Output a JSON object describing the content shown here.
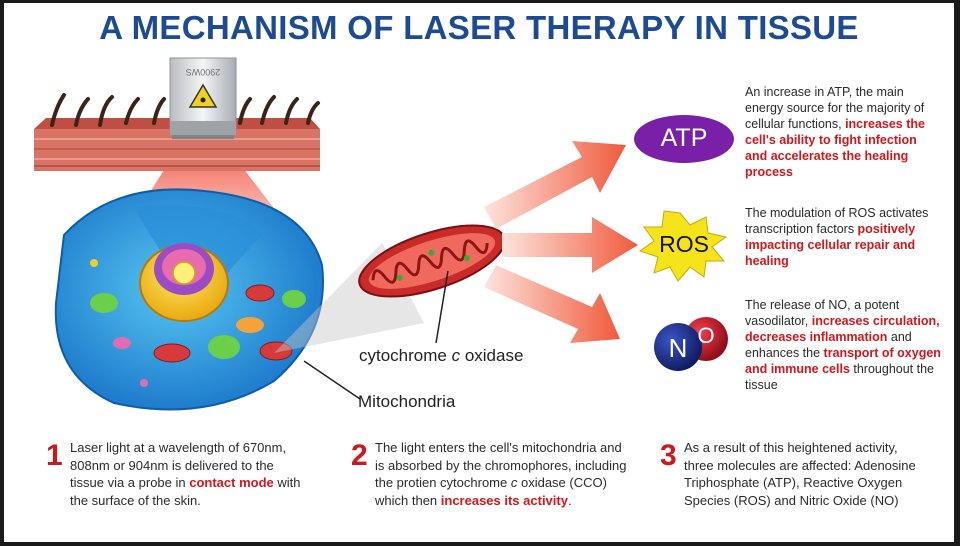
{
  "title": "A MECHANISM OF LASER THERAPY IN TISSUE",
  "labels": {
    "enzyme_pre": "cytochrome ",
    "enzyme_italic": "c",
    "enzyme_post": " oxidase",
    "mitochondria": "Mitochondria",
    "probe_text": "2900WS"
  },
  "molecules": [
    {
      "name": "ATP",
      "color": "#7a1fa8"
    },
    {
      "name": "ROS",
      "color": "#f6e41a"
    },
    {
      "n": "N",
      "o": "O",
      "n_color": "#1b2d8a",
      "o_color": "#c8102e"
    }
  ],
  "effects": {
    "atp": {
      "t1": "An increase in ATP, the main energy source for the majority of cellular functions, ",
      "r1": "increases the cell's ability to fight infection and accelerates the healing process"
    },
    "ros": {
      "t1": "The modulation of ROS activates transcription factors ",
      "r1": "positively impacting cellular repair and healing"
    },
    "no": {
      "t1": "The release of NO, a potent vasodilator, ",
      "r1": "increases circulation, decreases inflammation",
      "t2": " and enhances the ",
      "r2": "transport of oxygen and immune cells",
      "t3": " throughout the tissue"
    }
  },
  "steps": [
    {
      "number": "1",
      "t1": "Laser light at a wavelength of 670nm, 808nm or 904nm is delivered to the tissue via a probe in ",
      "r1": "contact mode",
      "t2": " with the surface of the skin."
    },
    {
      "number": "2",
      "t1": "The light enters the cell's mitochondria and is absorbed by the chromophores, including the protien cytochrome ",
      "i1": "c",
      "t2": " oxidase (CCO) which then ",
      "r1": "increases its activity",
      "t3": "."
    },
    {
      "number": "3",
      "t1": "As a result of this heightened activity, three molecules are affected: Adenosine Triphosphate (ATP), Reactive Oxygen Species (ROS) and Nitric Oxide (NO)"
    }
  ]
}
